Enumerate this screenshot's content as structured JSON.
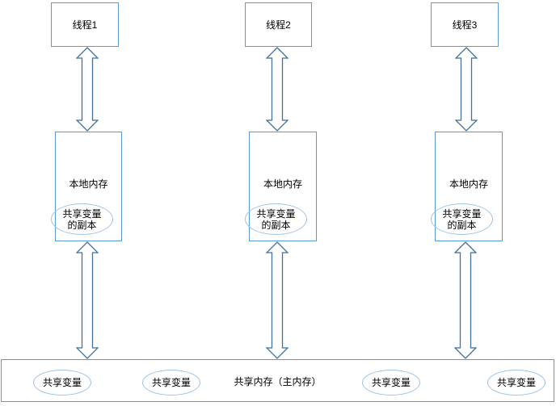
{
  "diagram": {
    "columns": [
      {
        "thread": "线程1",
        "local_label": "本地内存",
        "copy_line1": "共享变量",
        "copy_line2": "的副本"
      },
      {
        "thread": "线程2",
        "local_label": "本地内存",
        "copy_line1": "共享变量",
        "copy_line2": "的副本"
      },
      {
        "thread": "线程3",
        "local_label": "本地内存",
        "copy_line1": "共享变量",
        "copy_line2": "的副本"
      }
    ],
    "main_memory": {
      "label": "共享内存（主内存）",
      "variables": [
        "共享变量",
        "共享变量",
        "共享变量",
        "共享变量"
      ]
    },
    "colors": {
      "box_border": "#5B9BD5",
      "arrow_stroke": "#41719C",
      "ellipse_border": "#9DC3E6",
      "text": "#000000"
    }
  }
}
